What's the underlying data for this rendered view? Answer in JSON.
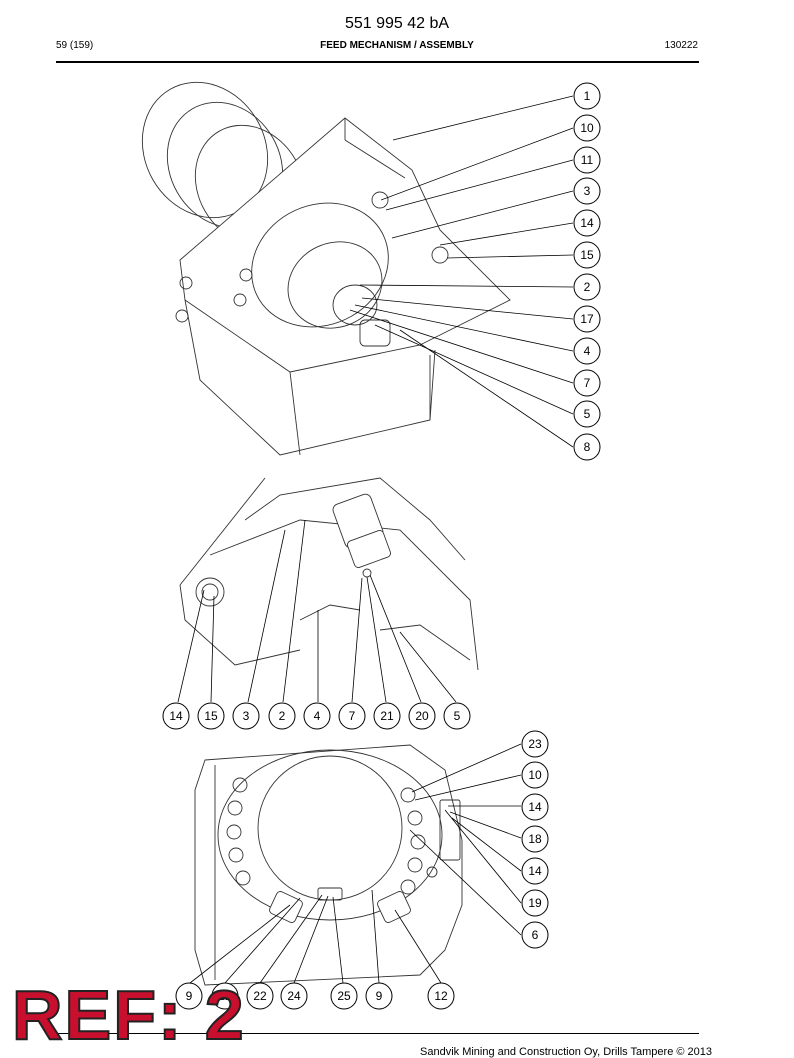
{
  "header": {
    "doc_number": "551 995 42 bA",
    "page": "59 (159)",
    "section": "FEED MECHANISM / ASSEMBLY",
    "date": "130222"
  },
  "figure1": {
    "callouts": [
      "1",
      "10",
      "11",
      "3",
      "14",
      "15",
      "2",
      "17",
      "4",
      "7",
      "5",
      "8"
    ]
  },
  "figure2": {
    "callouts": [
      "14",
      "15",
      "3",
      "2",
      "4",
      "7",
      "21",
      "20",
      "5"
    ]
  },
  "figure3": {
    "callouts_right": [
      "23",
      "10",
      "14",
      "18",
      "14",
      "19",
      "6"
    ],
    "callouts_bottom": [
      "9",
      "12",
      "22",
      "24",
      "25",
      "9",
      "12"
    ]
  },
  "footer": {
    "copyright": "Sandvik Mining and Construction Oy, Drills Tampere © 2013"
  },
  "stamp": {
    "text": "REF: 2"
  }
}
